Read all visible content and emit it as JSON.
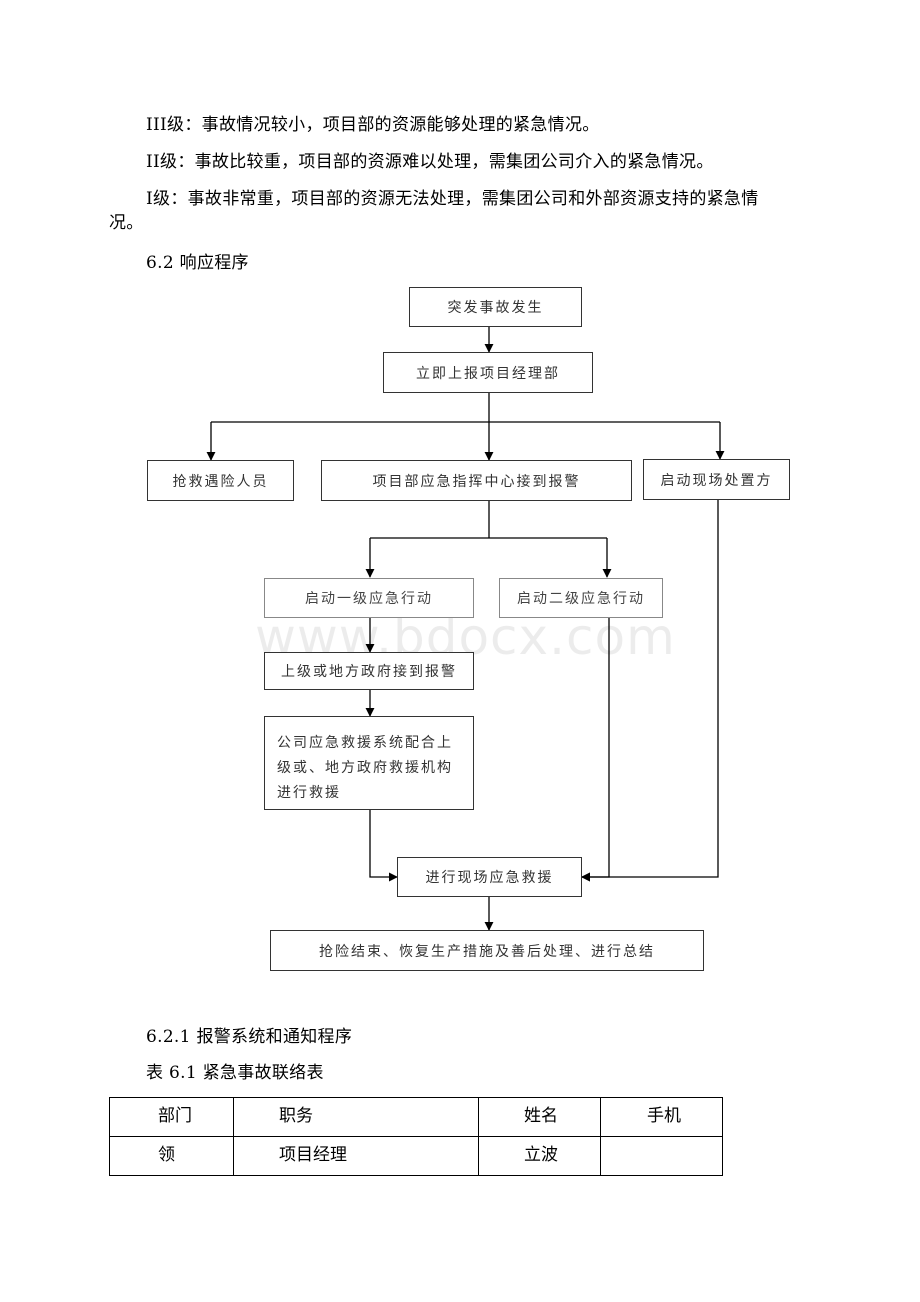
{
  "paragraphs": {
    "level3": "III级：事故情况较小，项目部的资源能够处理的紧急情况。",
    "level2": "II级：事故比较重，项目部的资源难以处理，需集团公司介入的紧急情况。",
    "level1_line1": "I级：事故非常重，项目部的资源无法处理，需集团公司和外部资源支持的紧急情",
    "level1_line2": "况。"
  },
  "section_62": "6.2 响应程序",
  "flowchart": {
    "occur": "突发事故发生",
    "report": "立即上报项目经理部",
    "rescuers": "抢救遇险人员",
    "command_center": "项目部应急指挥中心接到报警",
    "onsite_plan": "启动现场处置方",
    "level1_action": "启动一级应急行动",
    "level2_action": "启动二级应急行动",
    "gov_alarm": "上级或地方政府接到报警",
    "company_system_l1": "公司应急救援系统配合上",
    "company_system_l2": "级或、地方政府救援机构",
    "company_system_l3": "进行救援",
    "onsite_rescue": "进行现场应急救援",
    "finish": "抢险结束、恢复生产措施及善后处理、进行总结"
  },
  "watermark": "www.bdocx.com",
  "section_621": "6.2.1 报警系统和通知程序",
  "table_caption": "表 6.1 紧急事故联络表",
  "contact_table": {
    "headers": [
      "部门",
      "职务",
      "姓名",
      "手机"
    ],
    "rows": [
      [
        "领",
        "项目经理",
        "立波",
        ""
      ]
    ]
  }
}
